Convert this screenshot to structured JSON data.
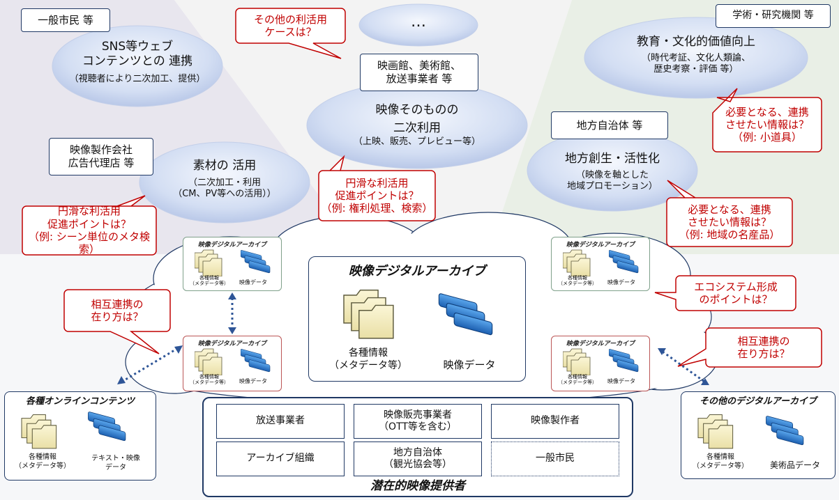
{
  "citizen_tag": "一般市民 等",
  "academic_tag": "学術・研究機関 等",
  "question_other": "その他の利活用\nケースは？",
  "ellipsis_bubble": "…",
  "sns_bubble": {
    "title": "SNS等ウェブ\nコンテンツとの 連携",
    "sub": "（視聴者により二次加工、提供）"
  },
  "theater_tag": "映画館、美術館、\n放送事業者 等",
  "secondary_bubble": {
    "title": "映像そのものの\n二次利用",
    "sub": "（上映、販売、プレビュー等）"
  },
  "education_bubble": {
    "title": "教育・文化的価値向上",
    "sub": "（時代考証、文化人類論、\n歴史考察・評価 等）"
  },
  "question_info1": "必要となる、連携\nさせたい情報は？\n（例: 小道具）",
  "local_gov_tag": "地方自治体 等",
  "regional_bubble": {
    "title": "地方創生・活性化",
    "sub": "（映像を軸とした\n地域プロモーション）"
  },
  "production_tag": "映像製作会社\n広告代理店 等",
  "material_bubble": {
    "title": "素材の 活用",
    "sub": "（二次加工・利用\n（CM、PV等への活用））"
  },
  "question_promo1": "円滑な利活用\n促進ポイントは？\n（例: 権利処理、検索）",
  "question_promo2": "円滑な利活用\n促進ポイントは？\n（例: シーン単位のメタ検索）",
  "question_info2": "必要となる、連携\nさせたい情報は？\n（例: 地域の名産品）",
  "question_eco": "エコシステム形成\nのポイントは？",
  "question_mutual_left": "相互連携の\n在り方は？",
  "question_mutual_right": "相互連携の\n在り方は？",
  "small_archive": {
    "title": "映像デジタルアーカイブ",
    "info": "各種情報\n（メタデータ等）",
    "video": "映像データ"
  },
  "main_archive": {
    "title": "映像デジタルアーカイブ",
    "info": "各種情報\n（メタデータ等）",
    "video": "映像データ"
  },
  "online_contents": {
    "title": "各種オンラインコンテンツ",
    "info": "各種情報\n（メタデータ等）",
    "data": "テキスト・映像\nデータ"
  },
  "other_archive": {
    "title": "その他のデジタルアーカイブ",
    "info": "各種情報\n（メタデータ等）",
    "data": "美術品データ"
  },
  "providers": {
    "caption": "潜在的映像提供者",
    "items": [
      "放送事業者",
      "映像販売事業者\n（OTT等を含む）",
      "映像製作者",
      "アーカイブ組織",
      "地方自治体\n（観光協会等）",
      "一般市民"
    ]
  },
  "colors": {
    "navy": "#1f3864",
    "question_red": "#c00000",
    "bubble_blue": "#c9d6f0",
    "bg_left": "#e8e6ee",
    "bg_right": "#e9efe6"
  }
}
